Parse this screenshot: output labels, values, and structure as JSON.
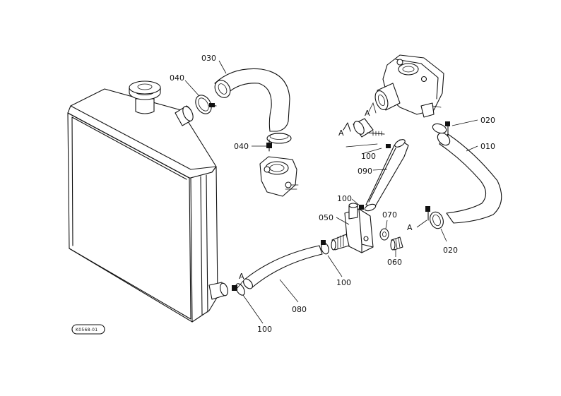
{
  "parts": {
    "p010": "010",
    "p020a": "020",
    "p020b": "020",
    "p030": "030",
    "p040a": "040",
    "p040b": "040",
    "p050": "050",
    "p060": "060",
    "p070": "070",
    "p080": "080",
    "p090": "090",
    "p100a": "100",
    "p100b": "100",
    "p100c": "100",
    "p100d": "100"
  },
  "refs": {
    "a1": "A",
    "a2": "A",
    "a3": "A",
    "a4": "A"
  },
  "diagram_code": "K0568-01"
}
